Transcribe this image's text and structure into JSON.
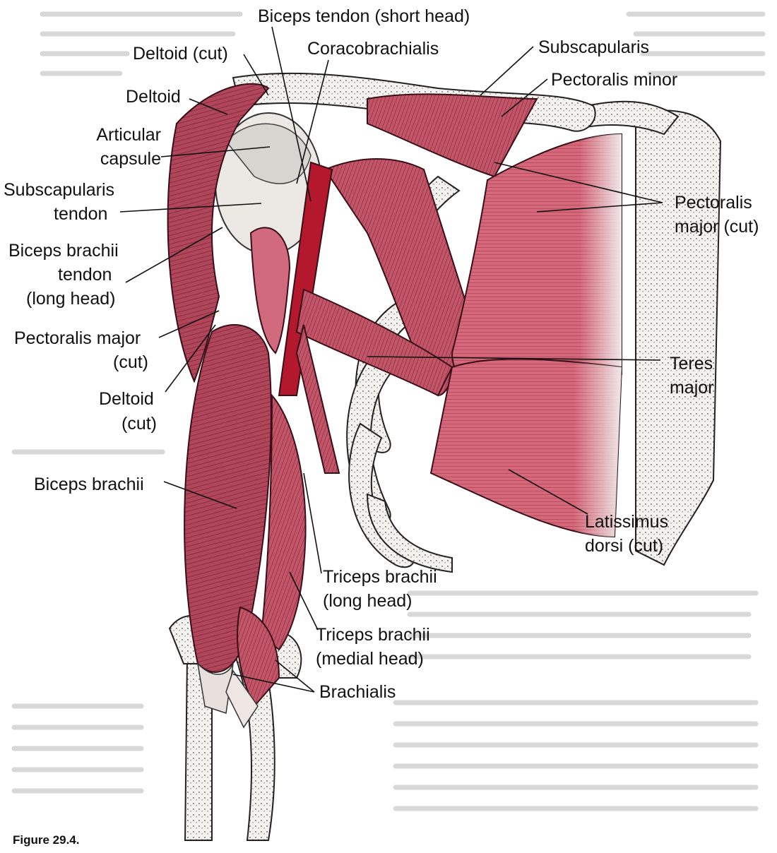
{
  "labels": {
    "biceps_tendon_short": "Biceps tendon (short head)",
    "deltoid_cut_top": "Deltoid (cut)",
    "coracobrachialis": "Coracobrachialis",
    "subscapularis": "Subscapularis",
    "pectoralis_minor": "Pectoralis minor",
    "deltoid": "Deltoid",
    "articular_capsule_1": "Articular",
    "articular_capsule_2": "capsule",
    "subscapularis_tendon_1": "Subscapularis",
    "subscapularis_tendon_2": "tendon",
    "biceps_long_1": "Biceps brachii",
    "biceps_long_2": "tendon",
    "biceps_long_3": "(long head)",
    "pect_major_cut_left_1": "Pectoralis major",
    "pect_major_cut_left_2": "(cut)",
    "deltoid_cut_left_1": "Deltoid",
    "deltoid_cut_left_2": "(cut)",
    "biceps_brachii": "Biceps brachii",
    "pect_major_cut_right_1": "Pectoralis",
    "pect_major_cut_right_2": "major (cut)",
    "teres_major_1": "Teres",
    "teres_major_2": "major",
    "latissimus_1": "Latissimus",
    "latissimus_2": "dorsi (cut)",
    "triceps_long_1": "Triceps brachii",
    "triceps_long_2": "(long head)",
    "triceps_medial_1": "Triceps brachii",
    "triceps_medial_2": "(medial head)",
    "brachialis": "Brachialis"
  },
  "caption": "Figure 29.4.",
  "colors": {
    "muscle": "#b0465a",
    "muscle_dark": "#7a2233",
    "muscle_light": "#e07c8a",
    "tendon": "#efe6e2",
    "bone": "#f3f1ec",
    "ink": "#111111",
    "highlight": "#f4b7bf"
  }
}
